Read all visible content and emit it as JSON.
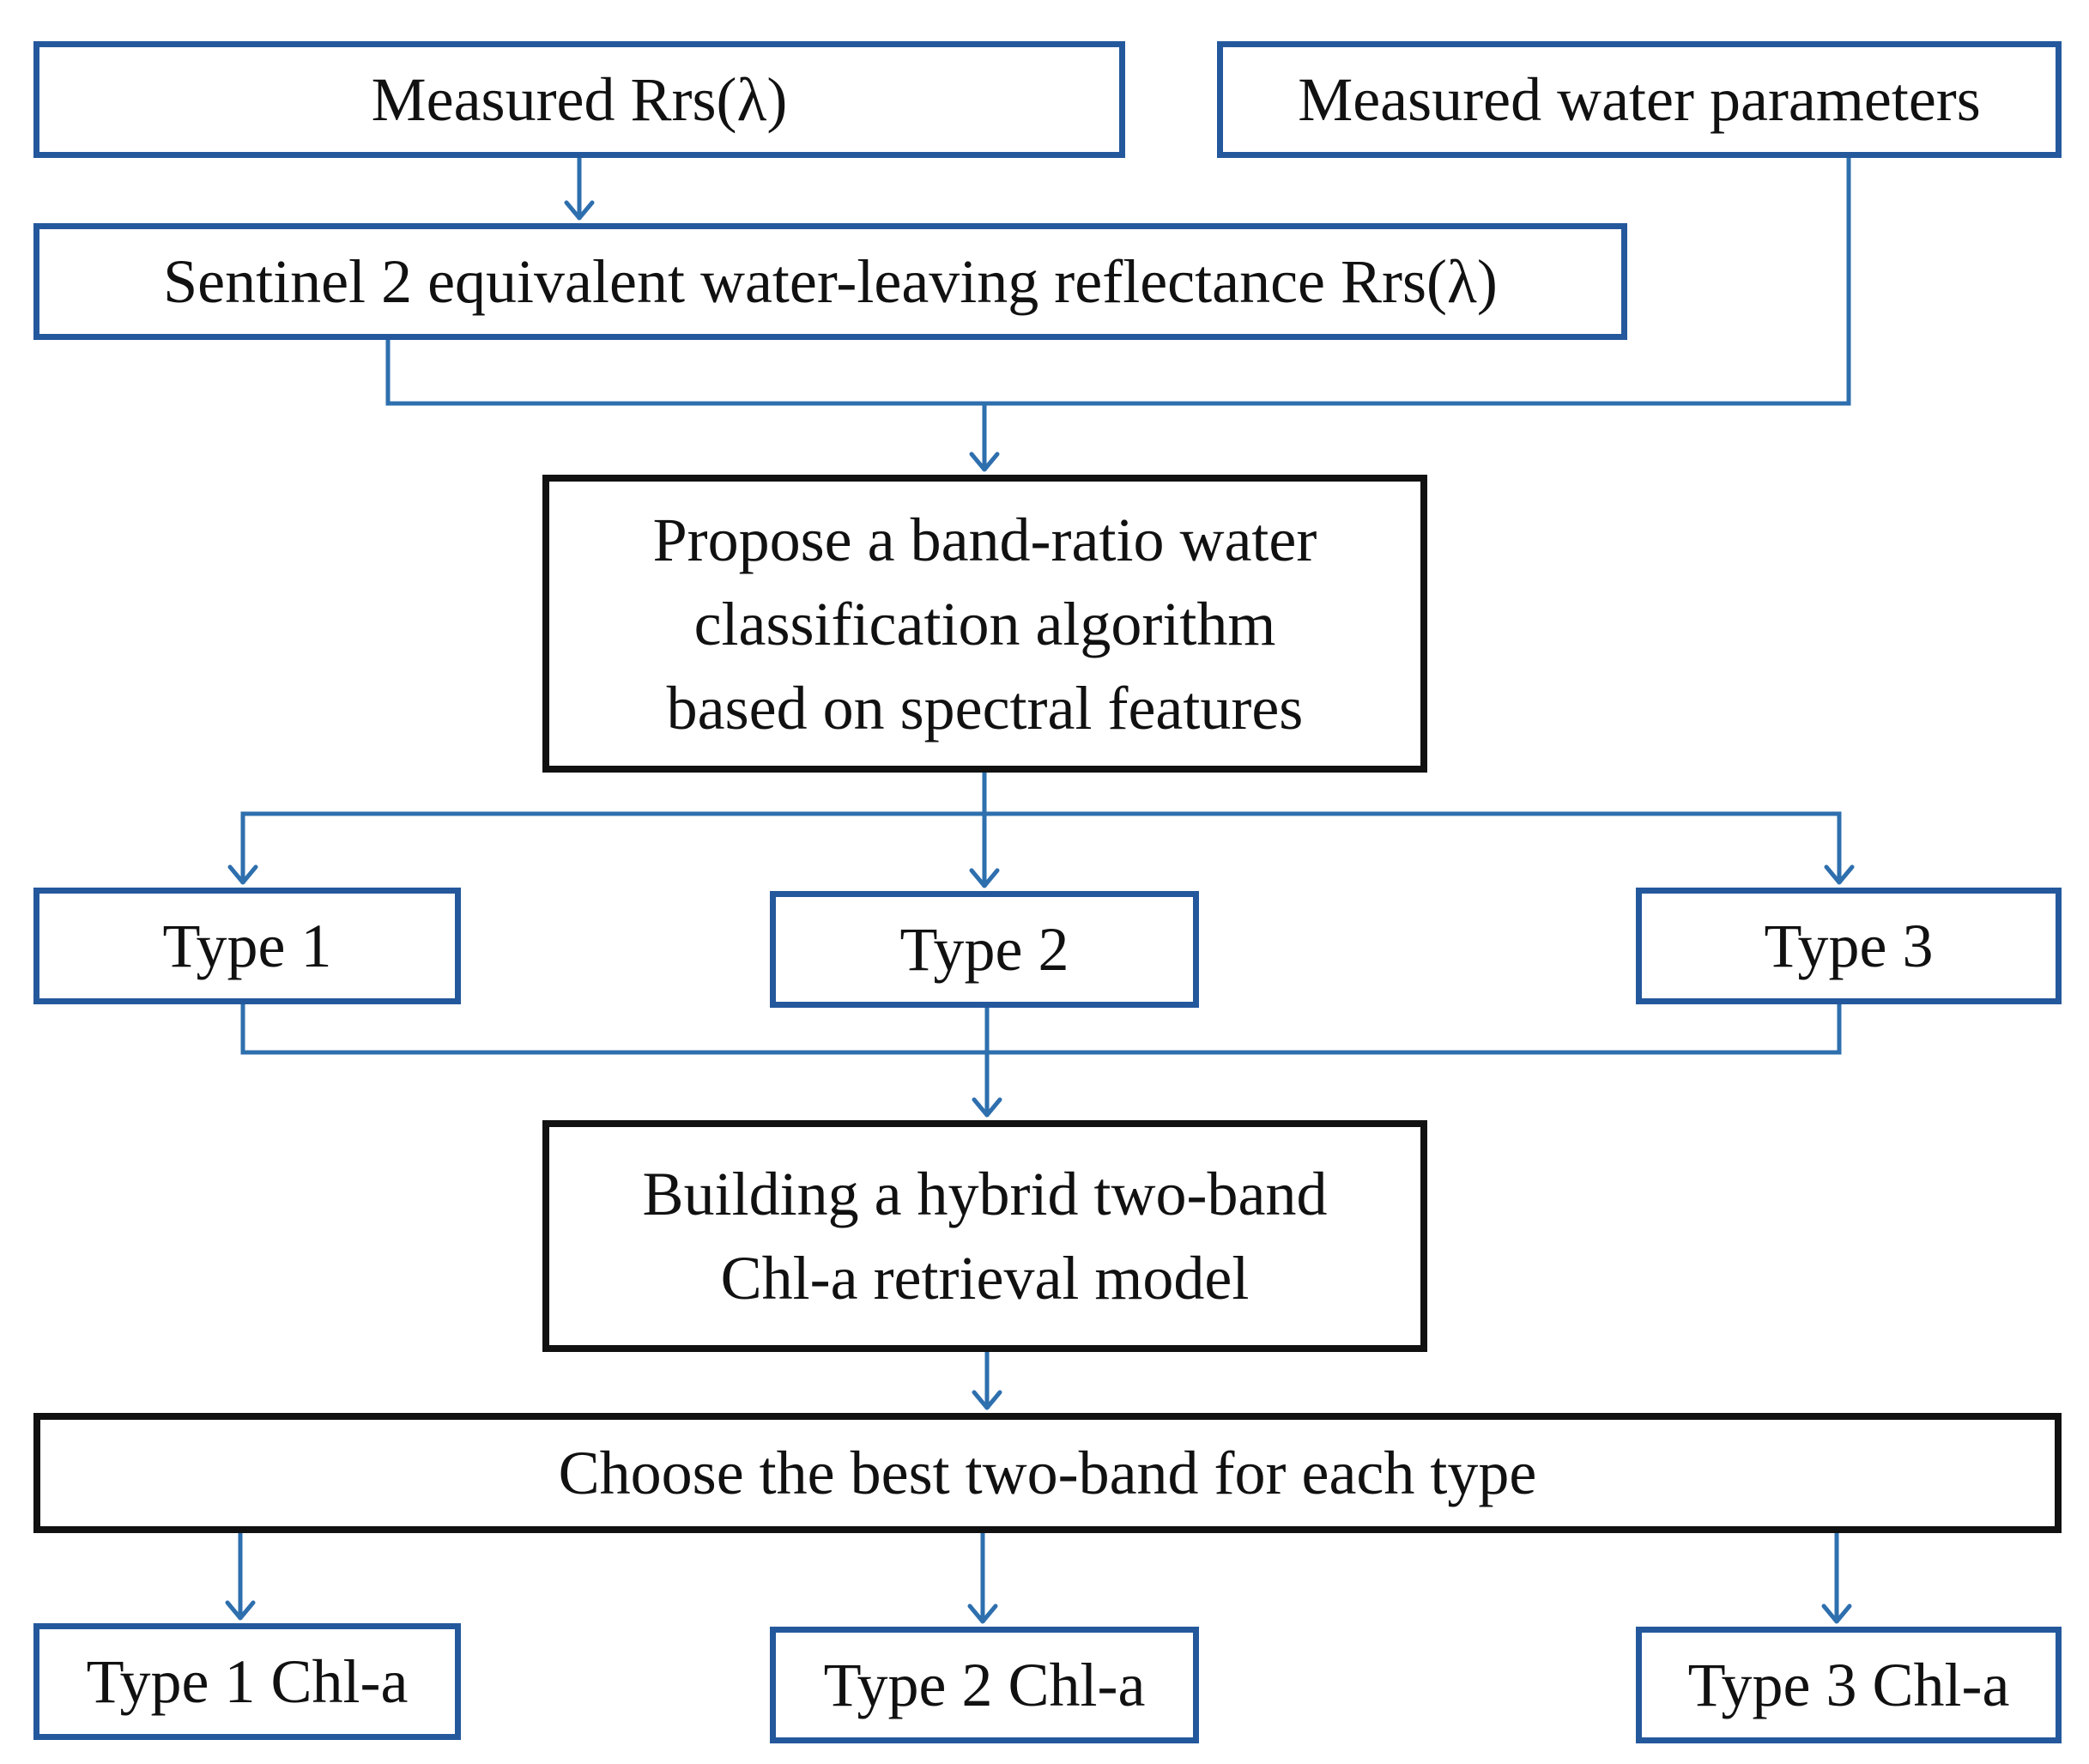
{
  "colors": {
    "accent_border": "#24589c",
    "connector": "#2e6fae",
    "dark_border": "#111111",
    "text": "#111111",
    "background": "#ffffff"
  },
  "nodes": {
    "measured_rrs": "Measured Rrs(λ)",
    "measured_params": "Measured water parameters",
    "sentinel": "Sentinel 2 equivalent water-leaving reflectance Rrs(λ)",
    "classify": "Propose a band-ratio water\nclassification algorithm\nbased on spectral features",
    "type1": "Type 1",
    "type2": "Type 2",
    "type3": "Type 3",
    "hybrid": "Building a hybrid two-band\nChl-a retrieval model",
    "best": "Choose the best two-band for each type",
    "type1_chl": "Type 1 Chl-a",
    "type2_chl": "Type 2 Chl-a",
    "type3_chl": "Type 3 Chl-a"
  }
}
